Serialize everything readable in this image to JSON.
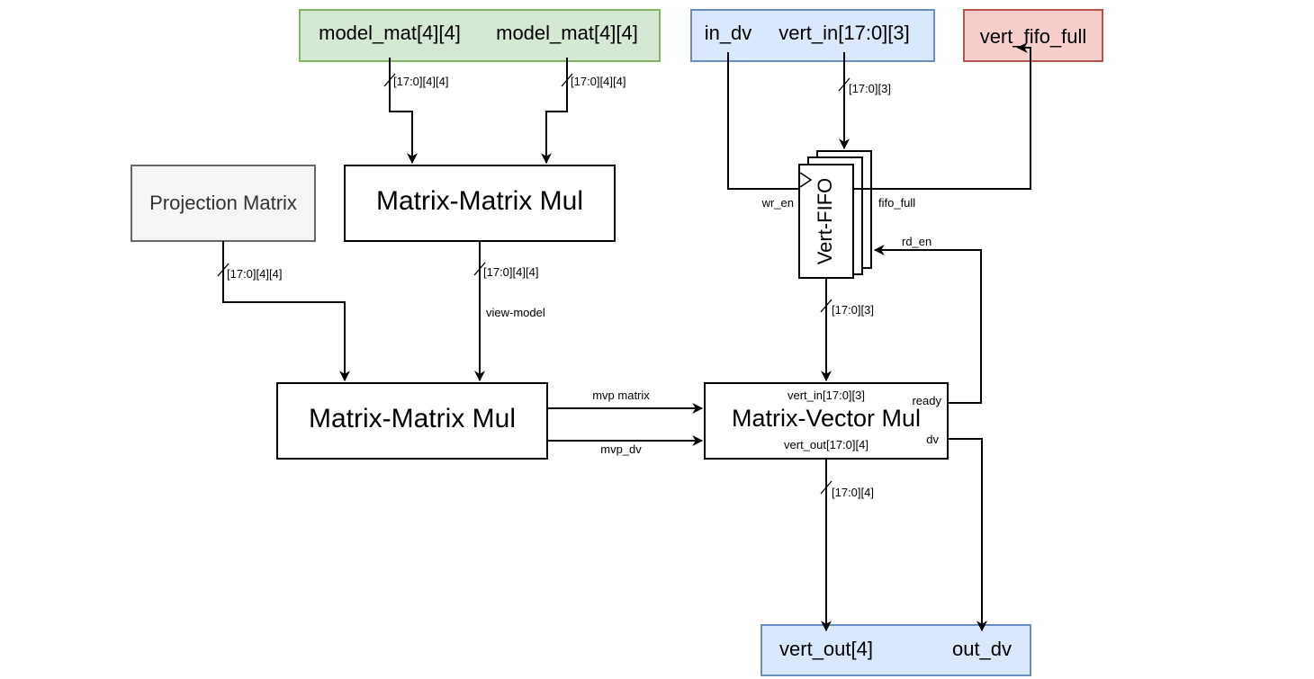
{
  "blocks": {
    "model_mat_a": "model_mat[4][4]",
    "model_mat_b": "model_mat[4][4]",
    "in_dv": "in_dv",
    "vert_in": "vert_in[17:0][3]",
    "vert_fifo_full": "vert_fifo_full",
    "projection_matrix": "Projection Matrix",
    "matrix_matrix_mul_top": "Matrix-Matrix Mul",
    "matrix_matrix_mul_bottom": "Matrix-Matrix Mul",
    "vert_fifo": "Vert-FIFO",
    "matrix_vector_mul": "Matrix-Vector Mul",
    "vert_out": "vert_out[4]",
    "out_dv": "out_dv"
  },
  "ports": {
    "mvm_vert_in": "vert_in[17:0][3]",
    "mvm_vert_out": "vert_out[17:0][4]",
    "mvm_ready": "ready",
    "mvm_dv": "dv"
  },
  "signals": {
    "bus_model_a": "[17:0][4][4]",
    "bus_model_b": "[17:0][4][4]",
    "bus_vert_in": "[17:0][3]",
    "bus_projection": "[17:0][4][4]",
    "bus_view_model": "[17:0][4][4]",
    "view_model": "view-model",
    "wr_en": "wr_en",
    "fifo_full": "fifo_full",
    "rd_en": "rd_en",
    "bus_fifo_out": "[17:0][3]",
    "mvp_matrix": "mvp matrix",
    "mvp_dv": "mvp_dv",
    "bus_vert_out": "[17:0][4]"
  },
  "colors": {
    "green_fill": "#d5e8d4",
    "green_stroke": "#82b366",
    "blue_fill": "#dae8fc",
    "blue_stroke": "#6c8ebf",
    "red_fill": "#f8cecc",
    "red_stroke": "#b85450",
    "gray_fill": "#f5f5f5",
    "gray_stroke": "#666666",
    "gray_text": "#333333"
  }
}
